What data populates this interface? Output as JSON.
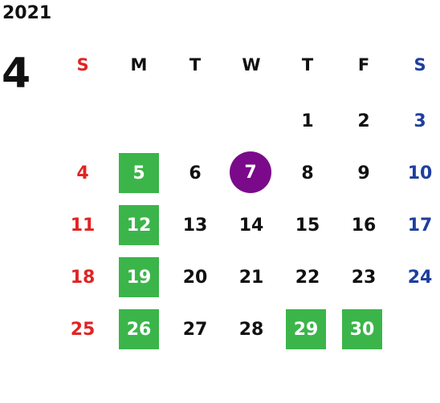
{
  "calendar": {
    "year": "2021",
    "month": "4",
    "weekdays": [
      "S",
      "M",
      "T",
      "W",
      "T",
      "F",
      "S"
    ],
    "weeks": [
      [
        "",
        "",
        "",
        "",
        "1",
        "2",
        "3"
      ],
      [
        "4",
        "5",
        "6",
        "7",
        "8",
        "9",
        "10"
      ],
      [
        "11",
        "12",
        "13",
        "14",
        "15",
        "16",
        "17"
      ],
      [
        "18",
        "19",
        "20",
        "21",
        "22",
        "23",
        "24"
      ],
      [
        "25",
        "26",
        "27",
        "28",
        "29",
        "30",
        ""
      ]
    ],
    "highlighted_days": [
      "5",
      "12",
      "19",
      "26",
      "29",
      "30"
    ],
    "today": "7"
  },
  "colors": {
    "sunday": "#e02424",
    "saturday": "#1f3f9e",
    "highlight": "#3bb54a",
    "today": "#7a0a8a",
    "text": "#111111"
  }
}
